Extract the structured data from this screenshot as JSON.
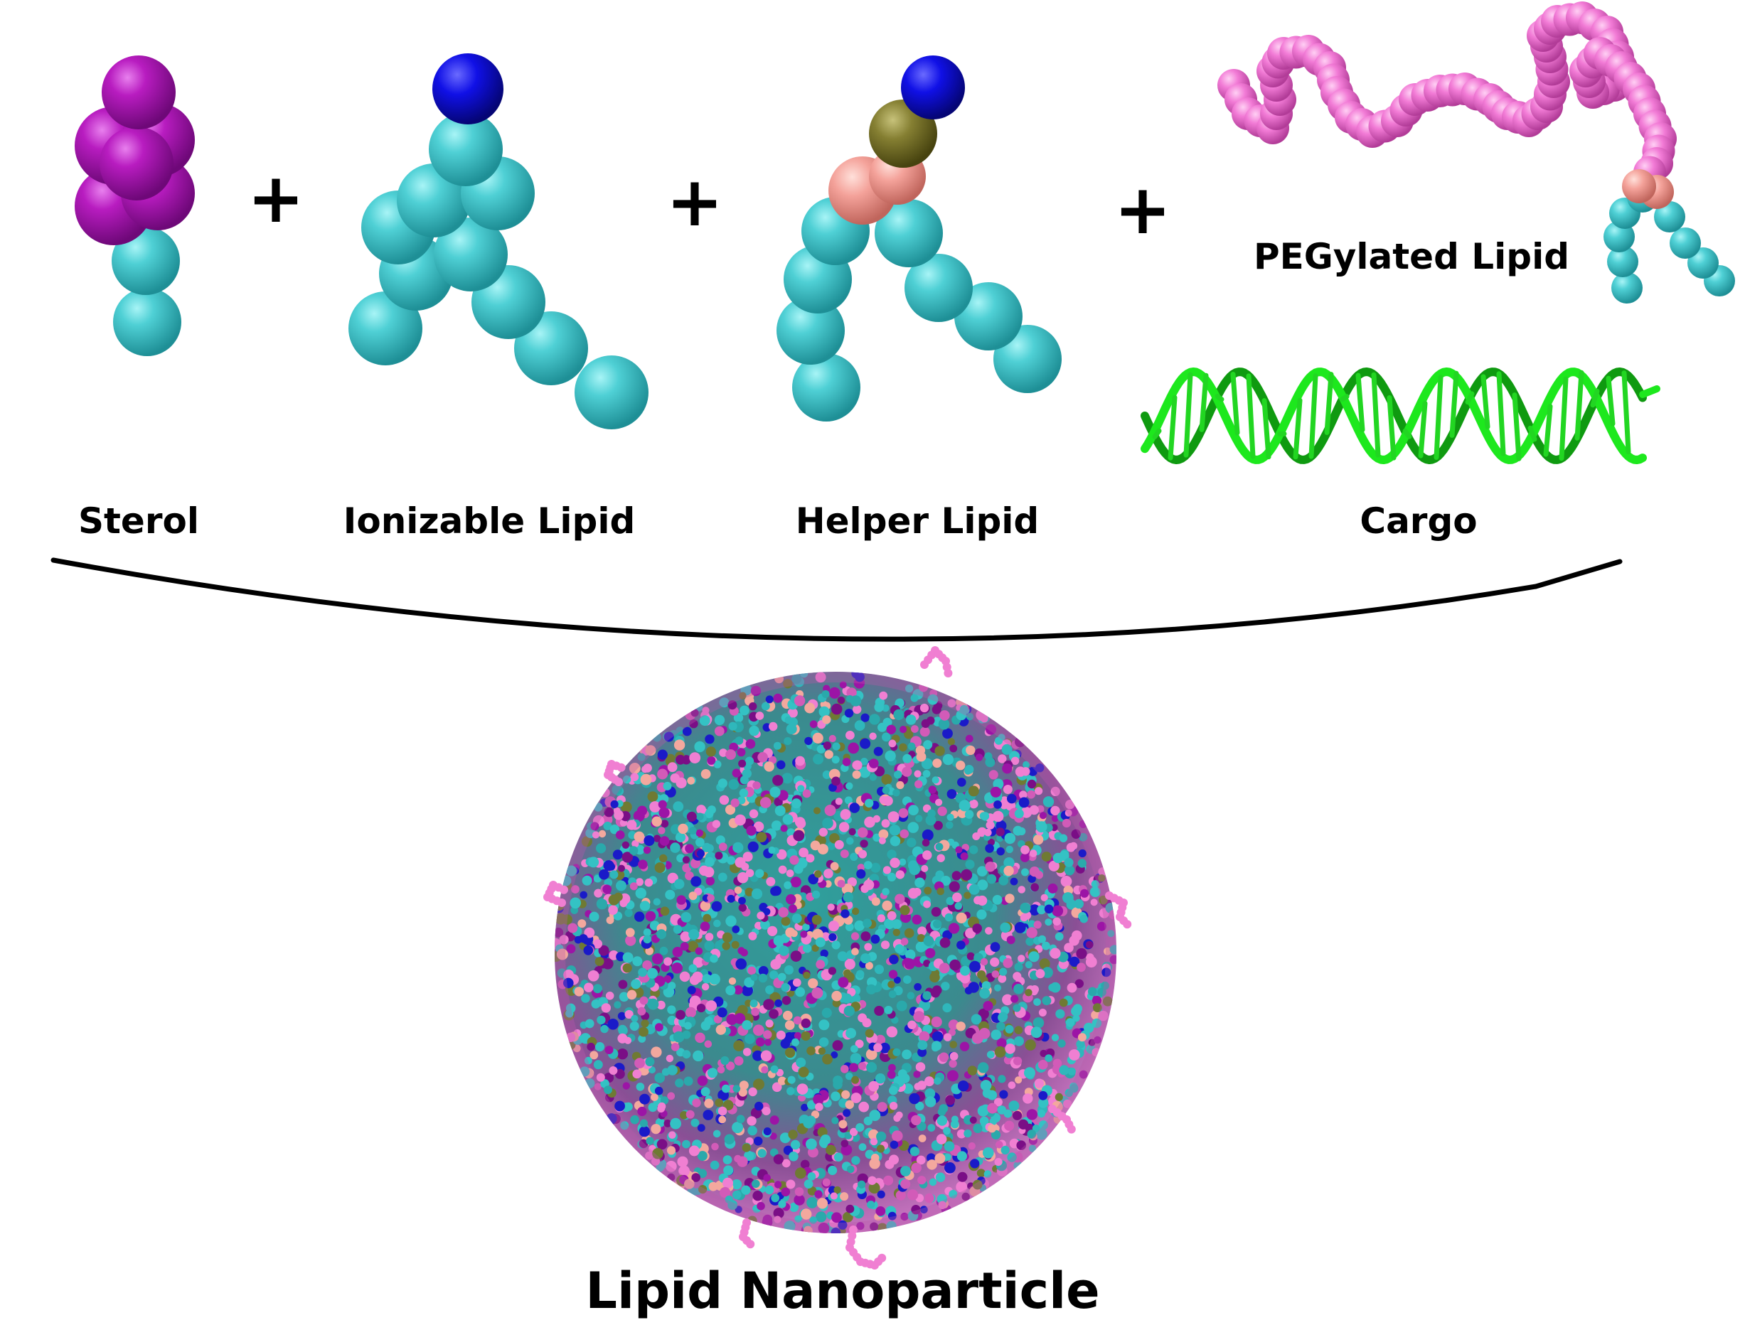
{
  "components": {
    "sterol": {
      "label": "Sterol"
    },
    "ionizable": {
      "label": "Ionizable Lipid"
    },
    "helper": {
      "label": "Helper Lipid"
    },
    "peg": {
      "label": "PEGylated Lipid"
    },
    "cargo": {
      "label": "Cargo"
    }
  },
  "operators": {
    "plus": "+"
  },
  "result": {
    "label": "Lipid Nanoparticle"
  },
  "colors": {
    "sterol_bead": "#b010b8",
    "tail_bead": "#3fc4c9",
    "head_bead": "#0a0ae0",
    "linker_bead": "#7f7a2c",
    "glycerol_bead": "#f2a29a",
    "peg_bead": "#f06fd0",
    "rna": "#1de81d",
    "ink": "#000000"
  }
}
